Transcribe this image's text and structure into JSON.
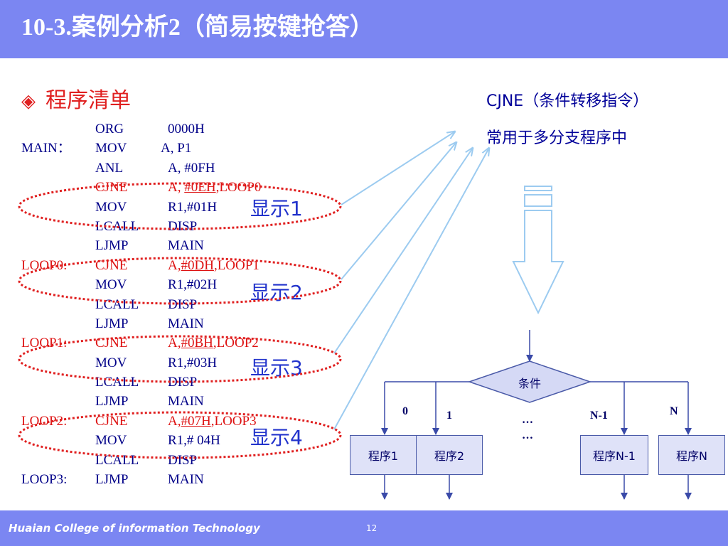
{
  "slide": {
    "title": "10-3.案例分析2（简易按键抢答）",
    "section_bullet": "◈",
    "section_title": "程序清单"
  },
  "code": [
    {
      "label": "",
      "op": "ORG",
      "arg": "0000H",
      "highlight": false
    },
    {
      "label": "MAIN：",
      "op": "MOV",
      "arg": "A, P1",
      "highlight": false
    },
    {
      "label": "",
      "op": "ANL",
      "arg": "A, #0FH",
      "highlight": false
    },
    {
      "label": "",
      "op": "CJNE",
      "arg_pre": "A, ",
      "arg_imm": "#0EH",
      "arg_post": ",LOOP0",
      "highlight": true
    },
    {
      "label": "",
      "op": "MOV",
      "arg": "R1,#01H",
      "highlight": false
    },
    {
      "label": "",
      "op": "LCALL",
      "arg": "DISP",
      "highlight": false
    },
    {
      "label": "",
      "op": "LJMP",
      "arg": "MAIN",
      "highlight": false
    },
    {
      "label": "LOOP0:",
      "op": "CJNE",
      "arg_pre": "A,",
      "arg_imm": "#0DH",
      "arg_post": ",LOOP1",
      "highlight": true
    },
    {
      "label": "",
      "op": "MOV",
      "arg": "R1,#02H",
      "highlight": false
    },
    {
      "label": "",
      "op": "LCALL",
      "arg": "DISP",
      "highlight": false
    },
    {
      "label": "",
      "op": "LJMP",
      "arg": "MAIN",
      "highlight": false
    },
    {
      "label": "LOOP1:",
      "op": "CJNE",
      "arg_pre": "A,",
      "arg_imm": "#0BH",
      "arg_post": ",LOOP2",
      "highlight": true
    },
    {
      "label": "",
      "op": "MOV",
      "arg": "R1,#03H",
      "highlight": false
    },
    {
      "label": "",
      "op": "LCALL",
      "arg": "DISP",
      "highlight": false
    },
    {
      "label": "",
      "op": "LJMP",
      "arg": "MAIN",
      "highlight": false
    },
    {
      "label": "LOOP2:",
      "op": "CJNE",
      "arg_pre": "A,",
      "arg_imm": "#07H",
      "arg_post": ",LOOP3",
      "highlight": true
    },
    {
      "label": "",
      "op": "MOV",
      "arg": "R1,# 04H",
      "highlight": false
    },
    {
      "label": "",
      "op": "LCALL",
      "arg": "DISP",
      "highlight": false
    },
    {
      "label": "LOOP3:",
      "op": "LJMP",
      "arg": "MAIN",
      "highlight": false
    }
  ],
  "displays": [
    "显示1",
    "显示2",
    "显示3",
    "显示4"
  ],
  "notes": {
    "line1": "CJNE（条件转移指令）",
    "line2": "常用于多分支程序中"
  },
  "flowchart": {
    "condition": "条件",
    "branches": [
      "0",
      "1",
      "N-1",
      "N"
    ],
    "boxes": [
      "程序1",
      "程序2",
      "程序N-1",
      "程序N"
    ],
    "dots1": "…",
    "dots2": "…"
  },
  "footer": {
    "text": "Huaian College of information Technology",
    "page": "12"
  },
  "colors": {
    "bar": "#7b86f2",
    "code": "#000088",
    "highlight": "#dd1111",
    "display": "#2233cc",
    "arrow": "#9ccbf0"
  }
}
